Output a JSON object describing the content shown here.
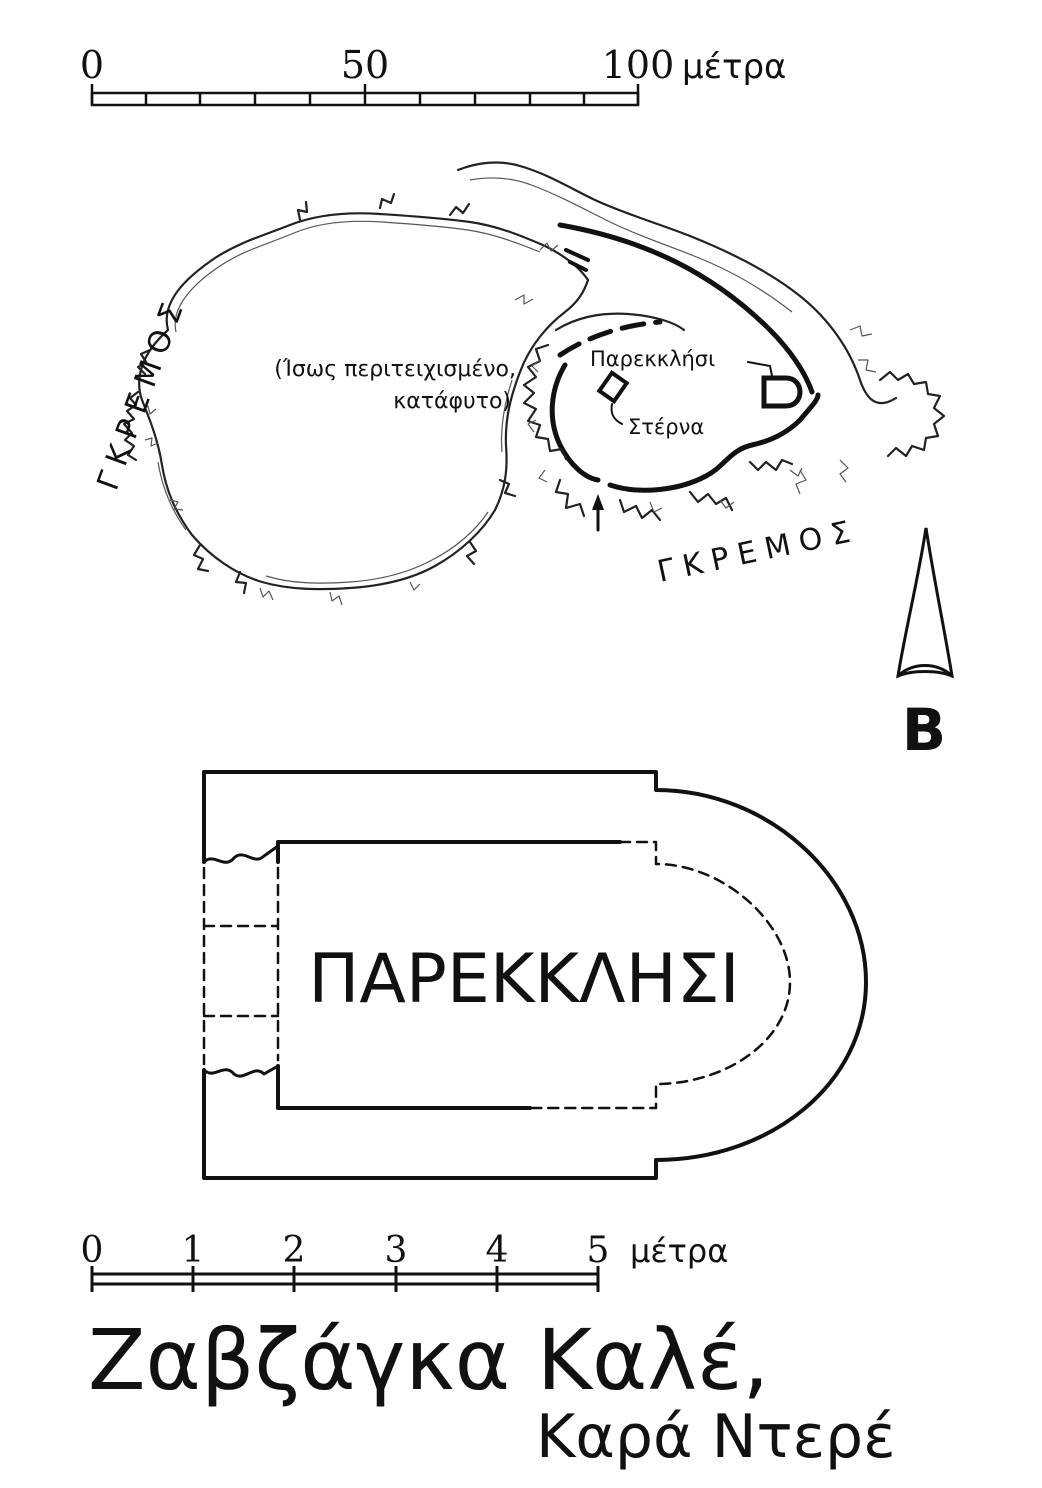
{
  "scale_top": {
    "ticks": [
      "0",
      "50",
      "100"
    ],
    "unit": "μέτρα"
  },
  "site_plan": {
    "cliff_labels": [
      "ΓΚΡΕΜΟΣ",
      "ΓΚΡΕΜΟΣ"
    ],
    "enclosure_note_line1": "(Ίσως περιτειχισμένο,",
    "enclosure_note_line2": "κατάφυτο)",
    "chapel_label": "Παρεκκλήσι",
    "cistern_label": "Στέρνα"
  },
  "north_arrow": {
    "label": "Β"
  },
  "chapel_plan": {
    "label": "ΠΑΡΕΚΚΛΗΣΙ"
  },
  "scale_bottom": {
    "ticks": [
      "0",
      "1",
      "2",
      "3",
      "4",
      "5"
    ],
    "unit": "μέτρα"
  },
  "title": {
    "main": "Ζαβζάγκα Καλέ,",
    "sub": "Καρά Ντερέ"
  }
}
